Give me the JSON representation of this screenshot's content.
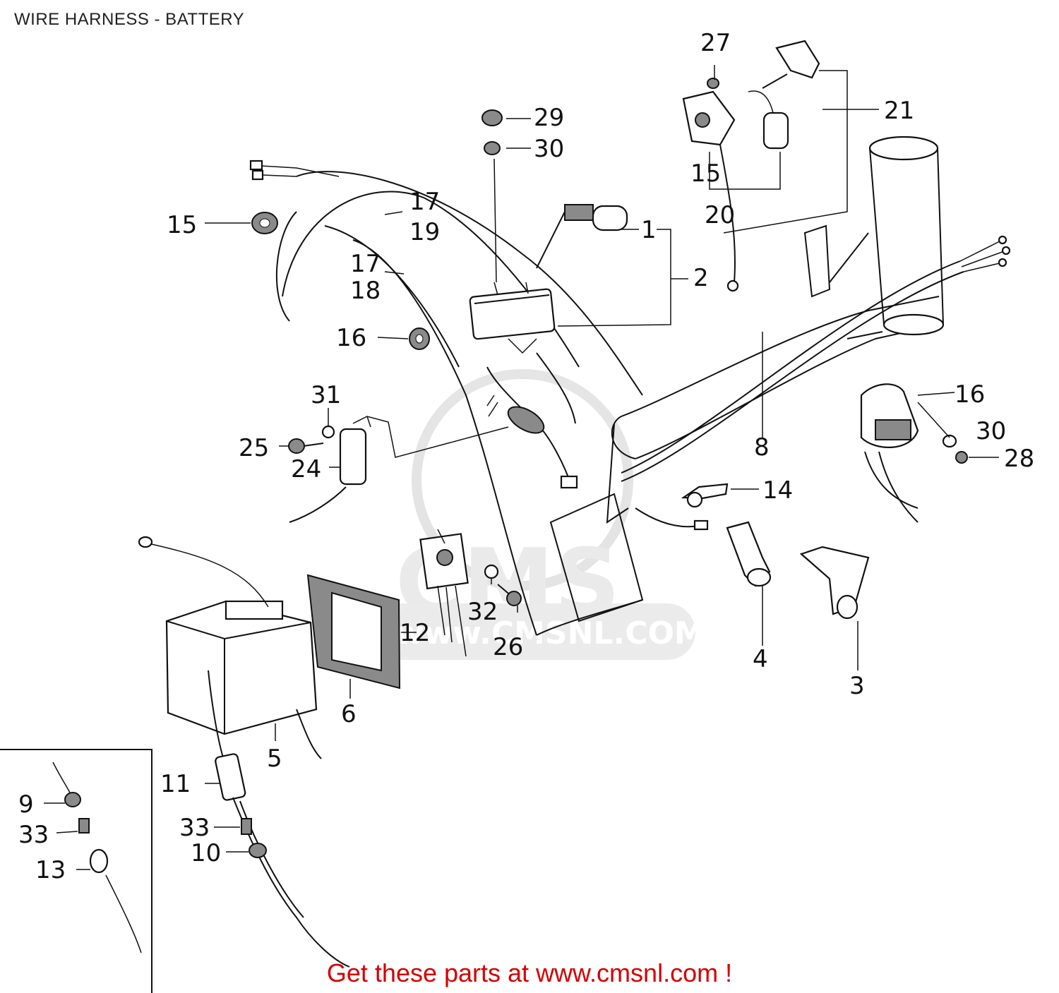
{
  "title": "WIRE HARNESS - BATTERY",
  "footer": "Get these parts at www.cmsnl.com !",
  "watermark": "CMS",
  "watermark_url": "www.CMSNL.COM",
  "callouts": {
    "c1": "1",
    "c2": "2",
    "c3": "3",
    "c4": "4",
    "c5": "5",
    "c6": "6",
    "c8": "8",
    "c9": "9",
    "c10": "10",
    "c11": "11",
    "c12": "12",
    "c13": "13",
    "c14": "14",
    "c15a": "15",
    "c15b": "15",
    "c16a": "16",
    "c16b": "16",
    "c17a": "17",
    "c17b": "17",
    "c18": "18",
    "c19": "19",
    "c20": "20",
    "c21": "21",
    "c24": "24",
    "c25": "25",
    "c26": "26",
    "c27": "27",
    "c28": "28",
    "c29": "29",
    "c30a": "30",
    "c30b": "30",
    "c31": "31",
    "c32": "32",
    "c33a": "33",
    "c33b": "33"
  }
}
